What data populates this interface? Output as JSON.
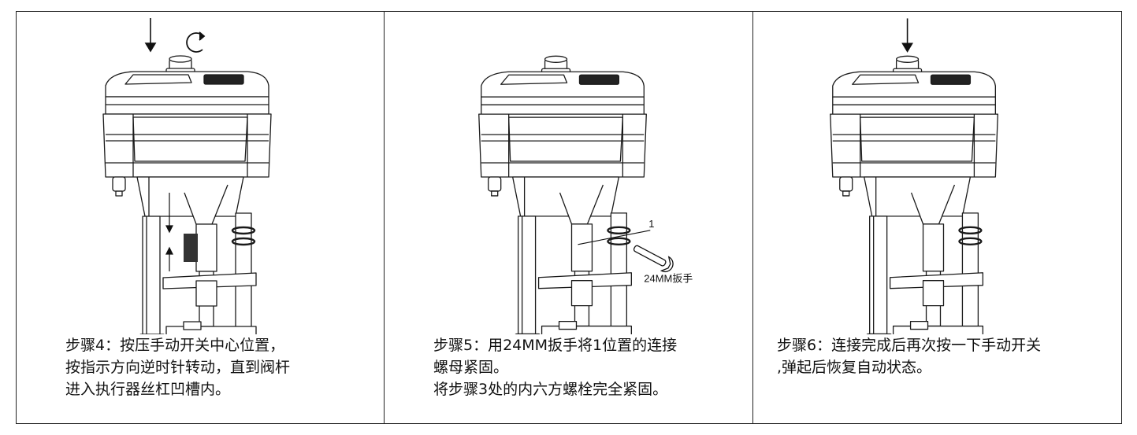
{
  "panels": [
    {
      "step": "step4",
      "caption_lines": [
        "步骤4：按压手动开关中心位置，",
        "按指示方向逆时针转动，直到阀杆",
        "进入执行器丝杠凹槽内。"
      ]
    },
    {
      "step": "step5",
      "caption_lines": [
        "步骤5：用24MM扳手将1位置的连接",
        "螺母紧固。",
        "将步骤3处的内六方螺栓完全紧固。"
      ],
      "callout_number": "1",
      "wrench_label": "24MM扳手"
    },
    {
      "step": "step6",
      "caption_lines": [
        "步骤6：连接完成后再次按一下手动开关",
        ",弹起后恢复自动状态。"
      ]
    }
  ],
  "icons": [
    "down-arrow-icon",
    "rotate-counterclockwise-icon",
    "wrench-icon"
  ],
  "colors": {
    "line": "#111111",
    "background": "#ffffff"
  }
}
